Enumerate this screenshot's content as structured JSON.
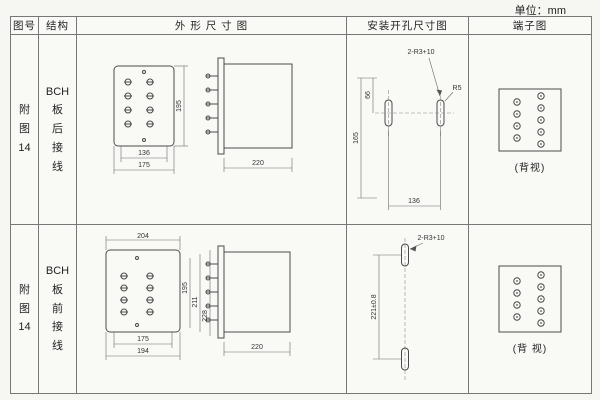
{
  "page": {
    "unit_label": "单位：mm"
  },
  "table": {
    "headers": {
      "fig_no": "图号",
      "structure": "结构",
      "outline": "外 形 尺 寸 图",
      "mounting": "安装开孔尺寸图",
      "terminal": "端子图"
    }
  },
  "rows": [
    {
      "fig_no": "附\n图\n14",
      "structure": "BCH\n板\n后\n接\n线",
      "outline": {
        "front_width_inner": "136",
        "front_width_outer": "175",
        "front_height": "195",
        "side_depth": "220"
      },
      "mounting": {
        "note_holes": "2-R3+10",
        "note_radius": "R5",
        "dim_height": "165",
        "dim_offset": "66",
        "dim_span": "136"
      },
      "terminal": {
        "caption": "(背视)"
      }
    },
    {
      "fig_no": "附\n图\n14",
      "structure": "BCH\n板\n前\n接\n线",
      "outline": {
        "front_width_top": "204",
        "front_width_inner": "175",
        "front_width_outer": "194",
        "front_height_inner": "195",
        "front_height_mid": "211",
        "front_height_outer": "228",
        "side_depth": "220"
      },
      "mounting": {
        "note_holes": "2-R3+10",
        "dim_span": "221±0.8"
      },
      "terminal": {
        "caption": "(背 视)"
      }
    }
  ]
}
